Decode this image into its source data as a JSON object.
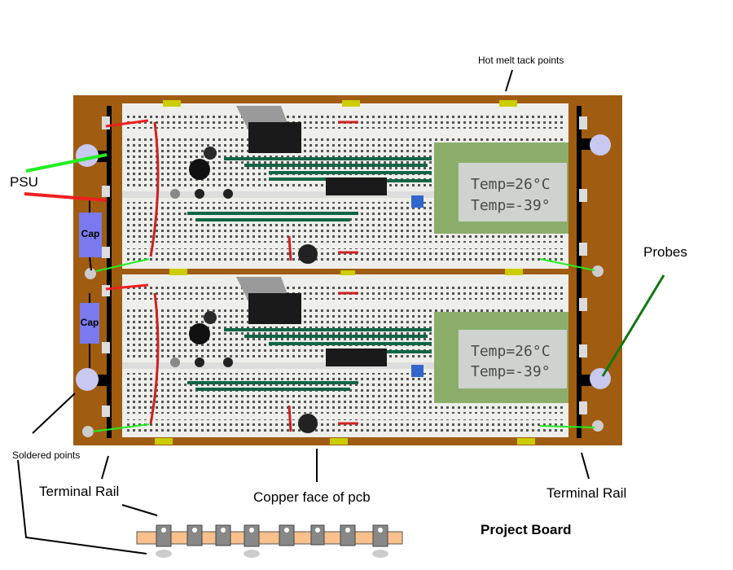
{
  "labels": {
    "hot_melt": "Hot melt tack points",
    "psu": "PSU",
    "cap_top": "Cap",
    "cap_bottom": "Cap",
    "probes": "Probes",
    "soldered": "Soldered points",
    "terminal_left": "Terminal Rail",
    "terminal_right": "Terminal Rail",
    "copper": "Copper face of pcb",
    "project_board": "Project Board"
  },
  "lcd_top": {
    "line1": "Temp=26°C",
    "line2": "Temp=-39°"
  },
  "lcd_bottom": {
    "line1": "Temp=26°C",
    "line2": "Temp=-39°"
  },
  "colors": {
    "pcb": "#a05c10",
    "breadboard": "#eeeeea",
    "tack": "#cccc00",
    "cap": "#7a7aee",
    "solder_point": "#c8c8f0",
    "wire_green": "#22ee22",
    "wire_red": "#ee2020",
    "probe_green": "#117711",
    "lcd_frame": "#8cae6a",
    "lcd_screen": "#cfd3cf",
    "copper_strip": "#f8c08c"
  }
}
